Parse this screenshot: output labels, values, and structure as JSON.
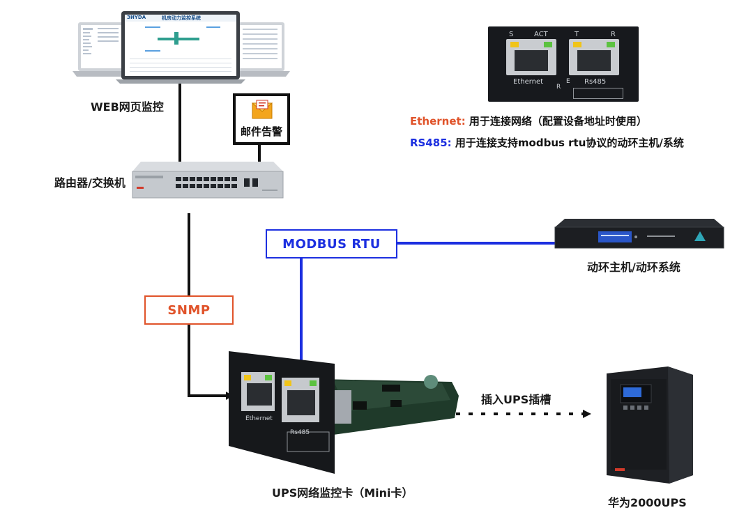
{
  "labels": {
    "web": "WEB网页监控",
    "mail": "邮件告警",
    "router": "路由器/交换机",
    "snmp": "SNMP",
    "modbus": "MODBUS RTU",
    "host": "动环主机/动环系统",
    "card": "UPS网络监控卡（Mini卡）",
    "insert": "插入UPS插槽",
    "ups": "华为2000UPS"
  },
  "legend": {
    "ethernet_key": "Ethernet:",
    "ethernet_desc": "用于连接网络（配置设备地址时使用）",
    "rs485_key": "RS485:",
    "rs485_desc": "用于连接支持modbus rtu协议的动环主机/系统"
  },
  "monitor_screen": {
    "brand": "ЗИYDA",
    "title": "机房动力监控系统"
  },
  "panel": {
    "s": "S",
    "act": "ACT",
    "t": "T",
    "r": "R",
    "ethernet": "Ethernet",
    "rs485": "Rs485",
    "r_small": "R",
    "e_small": "E"
  },
  "colors": {
    "snmp": "#e0532a",
    "modbus": "#1c2fe0",
    "ethernet_text": "#e0532a",
    "rs485_text": "#1c2fe0",
    "black_line": "#111111"
  }
}
